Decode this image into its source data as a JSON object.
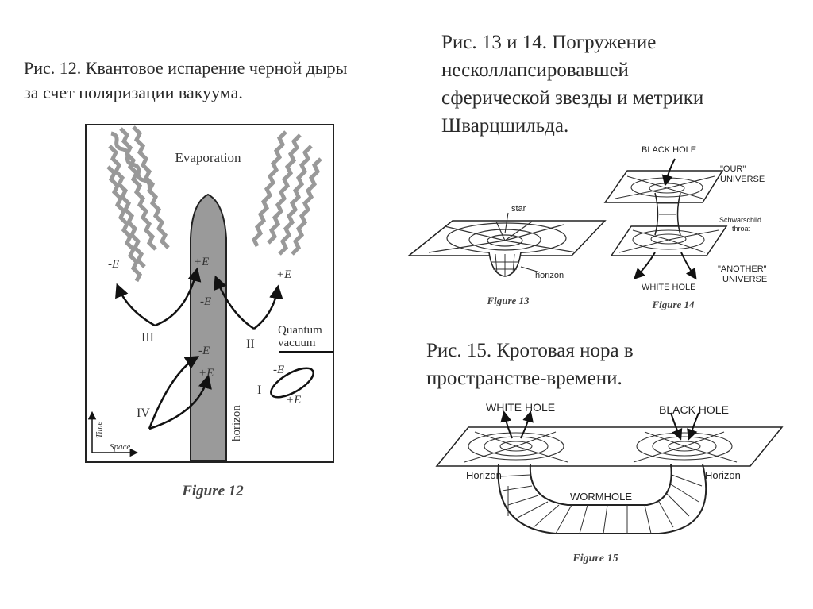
{
  "captions": {
    "fig12": [
      "Рис. 12. Квантовое испарение черной дыры",
      "за счет поляризации вакуума."
    ],
    "fig13_14": [
      "Рис. 13 и 14. Погружение",
      "несколлапсировавшей",
      "сферической звезды и метрики",
      "Шварцшильда."
    ],
    "fig15": [
      "Рис. 15. Кротовая нора в",
      "пространстве-времени."
    ]
  },
  "figure12": {
    "title": "Evaporation",
    "minus_e": "-E",
    "plus_e": "+E",
    "roman_three": "III",
    "roman_two": "II",
    "roman_four": "IV",
    "roman_one": "I",
    "quantum": "Quantum",
    "vacuum": "vacuum",
    "horizon": "horizon",
    "axis_time": "Time",
    "axis_space": "Space",
    "caption": "Figure 12"
  },
  "figure13": {
    "star": "star",
    "horizon": "horizon",
    "caption": "Figure 13"
  },
  "figure14": {
    "black_hole": "BLACK HOLE",
    "our_universe_1": "\"OUR\"",
    "our_universe_2": "UNIVERSE",
    "throat_1": "Schwarschild",
    "throat_2": "throat",
    "another_1": "\"ANOTHER\"",
    "another_2": "UNIVERSE",
    "white_hole": "WHITE HOLE",
    "caption": "Figure 14"
  },
  "figure15": {
    "white_hole": "WHITE HOLE",
    "black_hole": "BLACK HOLE",
    "horizon_left": "Horizon",
    "horizon_right": "Horizon",
    "wormhole": "WORMHOLE",
    "caption": "Figure 15"
  }
}
